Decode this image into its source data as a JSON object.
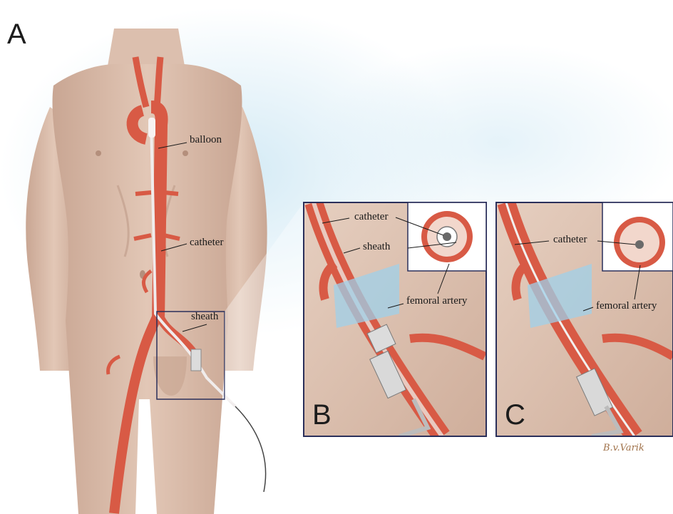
{
  "panels": {
    "a": {
      "letter": "A"
    },
    "b": {
      "letter": "B"
    },
    "c": {
      "letter": "C"
    }
  },
  "labels": {
    "a_balloon": "balloon",
    "a_catheter": "catheter",
    "a_sheath": "sheath",
    "b_catheter": "catheter",
    "b_sheath": "sheath",
    "b_femoral": "femoral artery",
    "c_catheter": "catheter",
    "c_femoral": "femoral artery"
  },
  "signature": "B.v.Varik",
  "colors": {
    "skin": "#dcbfae",
    "skin_shadow": "#c7a794",
    "artery": "#d85a45",
    "artery_dark": "#b83d2c",
    "halo": "#cfe8f4",
    "frame": "#2a2f5a",
    "sheet": "#9fd0ea"
  }
}
